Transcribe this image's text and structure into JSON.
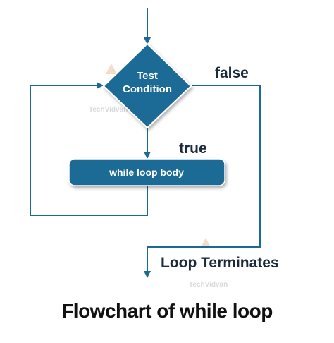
{
  "decision": {
    "line1": "Test",
    "line2": "Condition"
  },
  "process": {
    "label": "while loop body"
  },
  "edges": {
    "false_label": "false",
    "true_label": "true"
  },
  "terminal": {
    "label": "Loop Terminates"
  },
  "caption": "Flowchart of while loop",
  "watermark": "TechVidvan",
  "colors": {
    "node_fill": "#1b6a96",
    "line": "#1b6a96",
    "text_dark": "#1a2b3c"
  }
}
